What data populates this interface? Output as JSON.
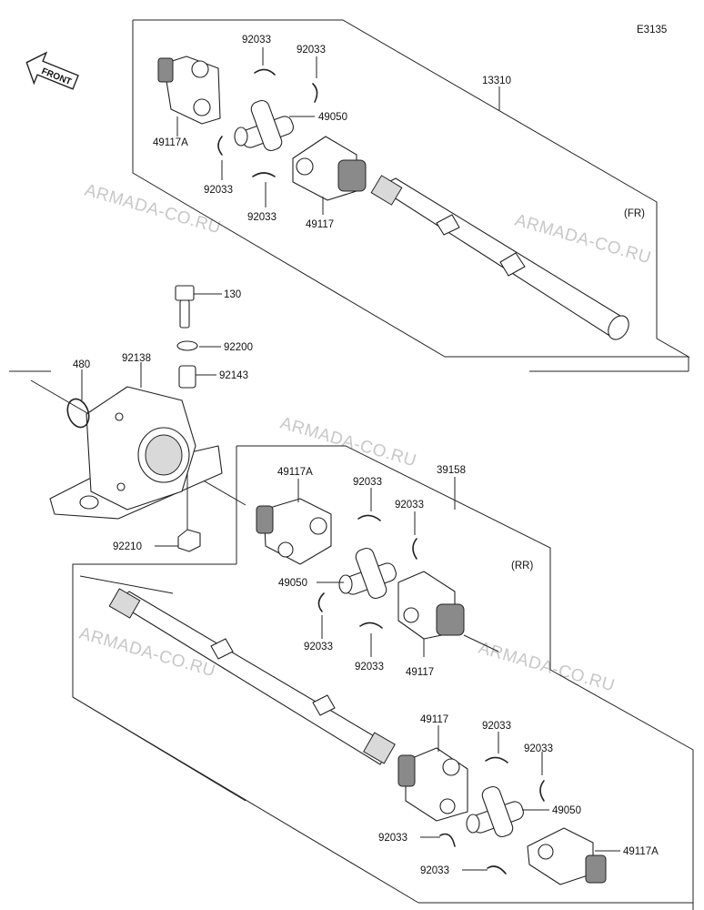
{
  "diagram_code": "E3135",
  "front_label": "FRONT",
  "section_labels": {
    "front": "(FR)",
    "rear": "(RR)"
  },
  "watermark": "ARMADA-CO.RU",
  "parts": {
    "p13310": "13310",
    "p39158": "39158",
    "p49117A_top": "49117A",
    "p49117_top": "49117",
    "p49050_top": "49050",
    "p92033_t1": "92033",
    "p92033_t2": "92033",
    "p92033_t3": "92033",
    "p92033_t4": "92033",
    "p130": "130",
    "p92200": "92200",
    "p92143": "92143",
    "p92138": "92138",
    "p480": "480",
    "p92210": "92210",
    "p49117A_mid": "49117A",
    "p92033_m1": "92033",
    "p92033_m2": "92033",
    "p49050_mid": "49050",
    "p92033_m3": "92033",
    "p92033_m4": "92033",
    "p49117_mid": "49117",
    "p49117_bot": "49117",
    "p92033_b1": "92033",
    "p92033_b2": "92033",
    "p49050_bot": "49050",
    "p92033_b3": "92033",
    "p49117A_bot": "49117A",
    "p92033_b4": "92033"
  }
}
